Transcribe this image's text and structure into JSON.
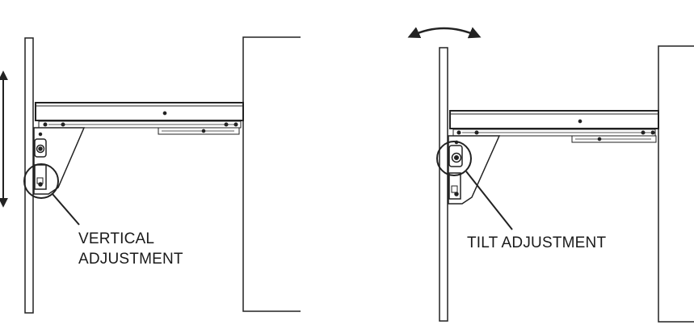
{
  "labels": {
    "vertical_line1": "VERTICAL",
    "vertical_line2": "ADJUSTMENT",
    "tilt": "TILT ADJUSTMENT"
  },
  "colors": {
    "line": "#222222",
    "drawer_face": "#ebebeb",
    "label_text": "#1a1a1a"
  },
  "icons": {
    "vertical_arrow": "double-arrow-vertical-icon",
    "tilt_arrow": "double-arrow-curved-icon"
  }
}
